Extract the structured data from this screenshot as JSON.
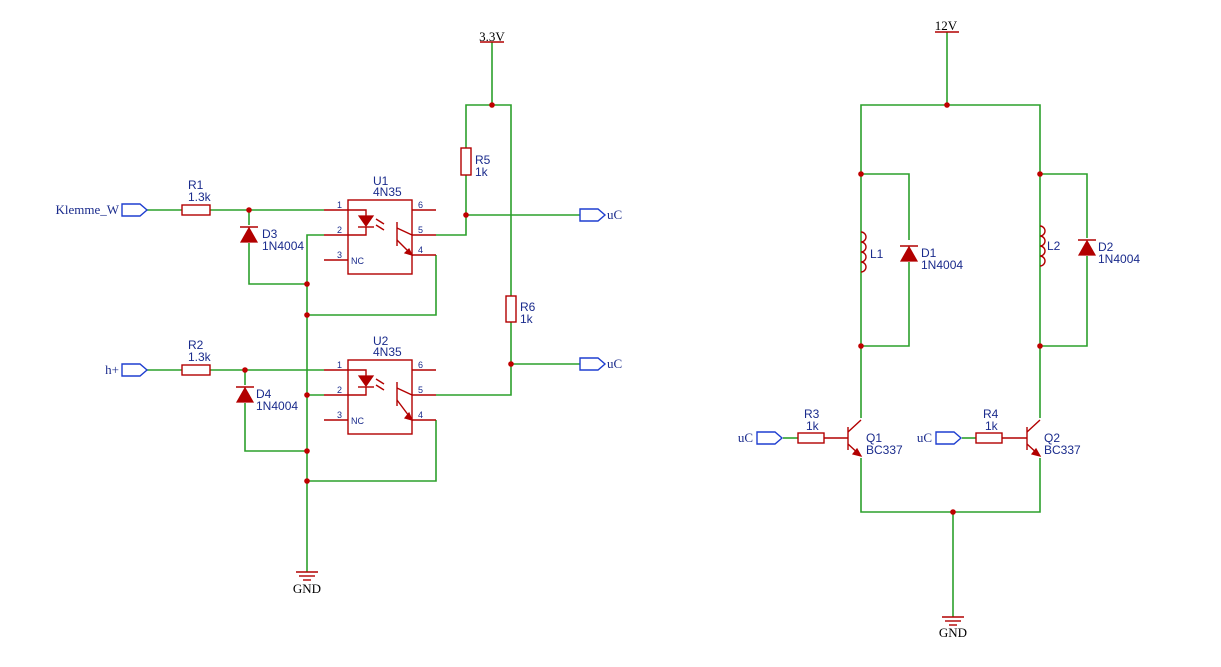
{
  "power": {
    "v33": "3.3V",
    "v12": "12V",
    "gnd_left": "GND",
    "gnd_right": "GND"
  },
  "ports": {
    "klemme": "Klemme_W",
    "h_plus": "h+",
    "uc_out1": "uC",
    "uc_out2": "uC",
    "uc_in1": "uC",
    "uc_in2": "uC"
  },
  "components": {
    "R1": {
      "ref": "R1",
      "value": "1.3k"
    },
    "R2": {
      "ref": "R2",
      "value": "1.3k"
    },
    "R3": {
      "ref": "R3",
      "value": "1k"
    },
    "R4": {
      "ref": "R4",
      "value": "1k"
    },
    "R5": {
      "ref": "R5",
      "value": "1k"
    },
    "R6": {
      "ref": "R6",
      "value": "1k"
    },
    "D1": {
      "ref": "D1",
      "value": "1N4004"
    },
    "D2": {
      "ref": "D2",
      "value": "1N4004"
    },
    "D3": {
      "ref": "D3",
      "value": "1N4004"
    },
    "D4": {
      "ref": "D4",
      "value": "1N4004"
    },
    "U1": {
      "ref": "U1",
      "value": "4N35"
    },
    "U2": {
      "ref": "U2",
      "value": "4N35"
    },
    "L1": {
      "ref": "L1"
    },
    "L2": {
      "ref": "L2"
    },
    "Q1": {
      "ref": "Q1",
      "value": "BC337"
    },
    "Q2": {
      "ref": "Q2",
      "value": "BC337"
    }
  },
  "pins": {
    "p1": "1",
    "p2": "2",
    "p3": "3",
    "p4": "4",
    "p5": "5",
    "p6": "6",
    "nc": "NC"
  }
}
